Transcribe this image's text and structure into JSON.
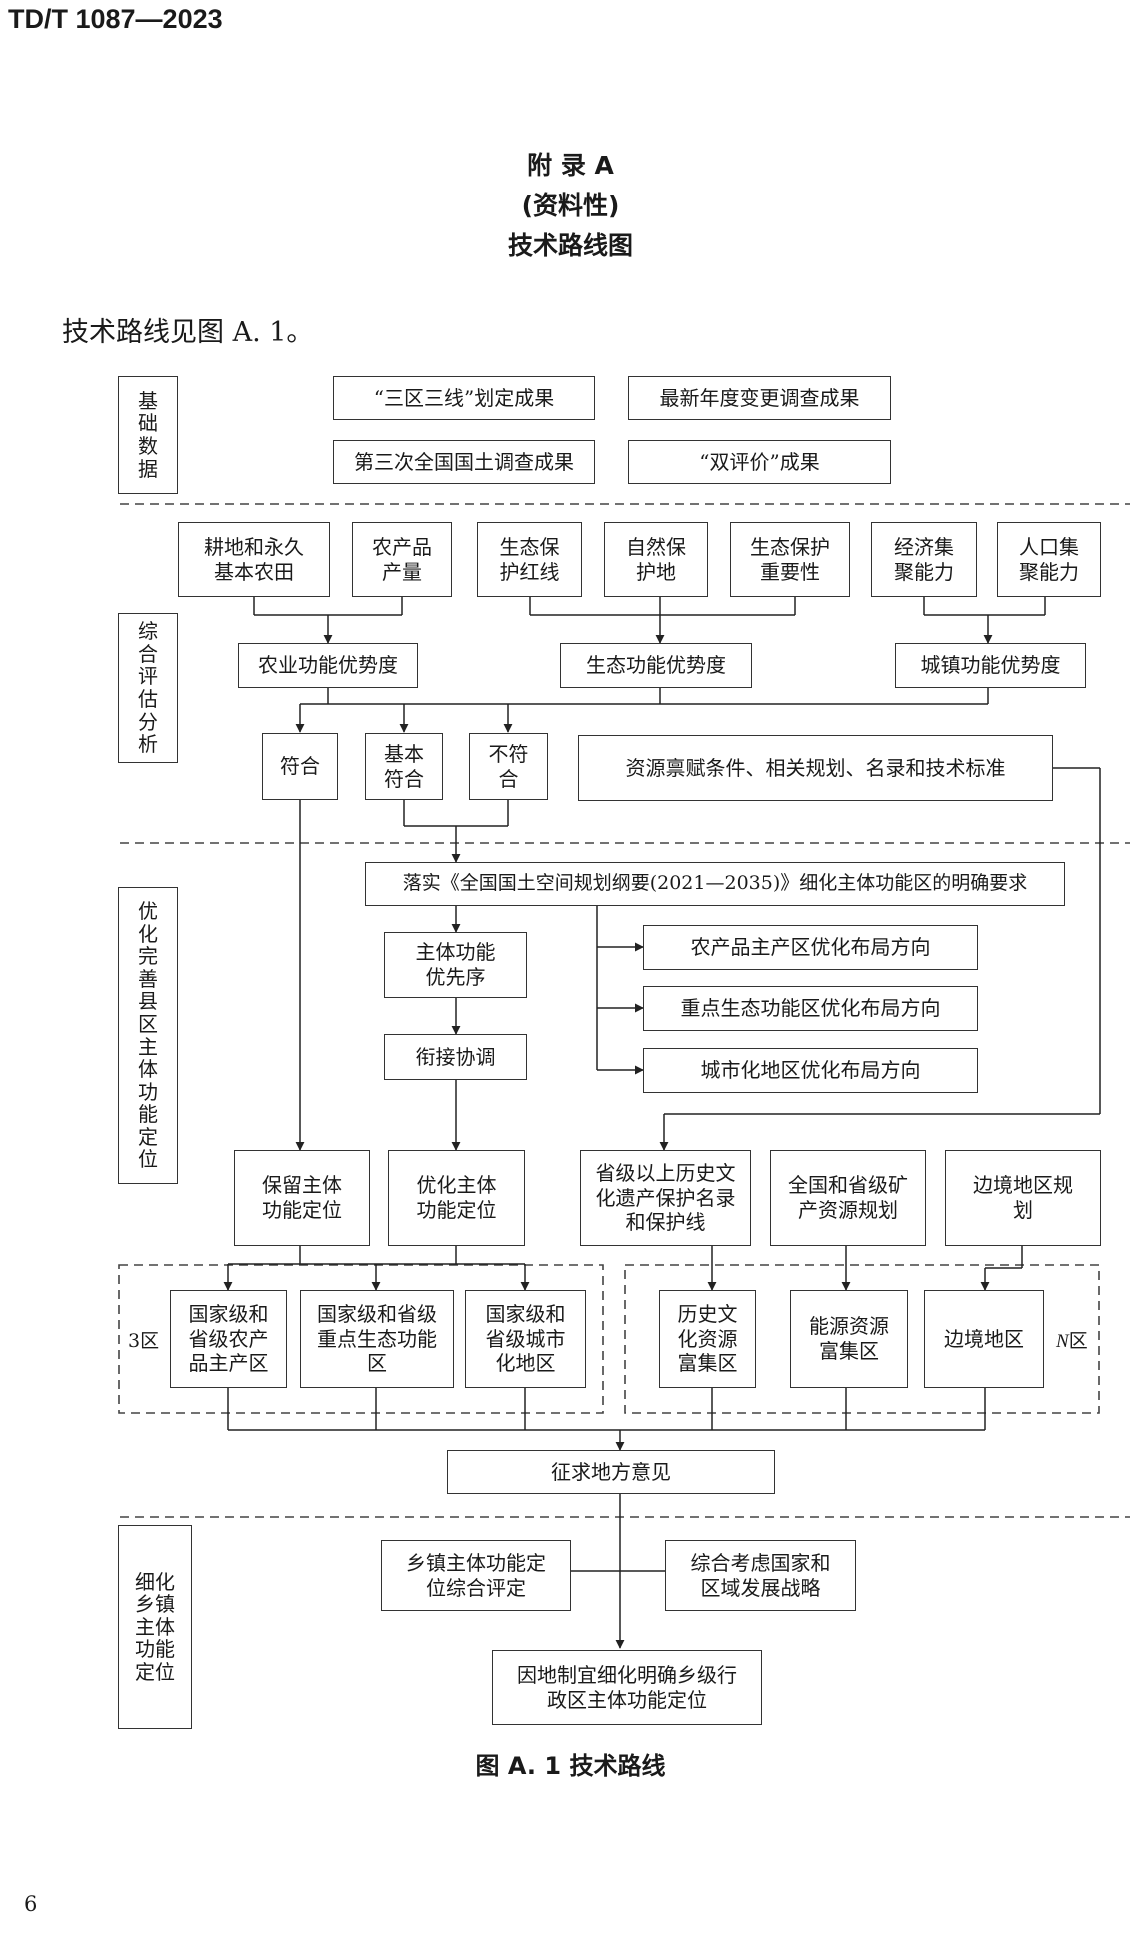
{
  "header": {
    "code": "TD/T  1087—2023"
  },
  "title": {
    "line1": "附  录  A",
    "line2": "(资料性)",
    "line3": "技术路线图"
  },
  "intro": "技术路线见图 A. 1。",
  "sections": {
    "s1": "基础数据",
    "s2": "综合评估分析",
    "s3": "优化完善县区主体功能定位",
    "s4": "细化乡镇主体功能定位"
  },
  "boxes": {
    "b_sanqu": "“三区三线”划定成果",
    "b_zuixin": "最新年度变更调查成果",
    "b_disanci": "第三次全国国土调查成果",
    "b_shuangpingjia": "“双评价”成果",
    "b_gengdi": "耕地和永久基本农田",
    "b_nongchanpin": "农产品产量",
    "b_shengtaibaohu": "生态保护红线",
    "b_ziran": "自然保护地",
    "b_zhongyao": "生态保护重要性",
    "b_jingji": "经济集聚能力",
    "b_renkou": "人口集聚能力",
    "b_nongye": "农业功能优势度",
    "b_shengtai": "生态功能优势度",
    "b_chengzhen": "城镇功能优势度",
    "b_fuhe": "符合",
    "b_jibenfuhe": "基本符合",
    "b_bufuhe": "不符合",
    "b_ziyuan": "资源禀赋条件、相关规划、名录和技术标准",
    "b_luoshi": "落实《全国国土空间规划纲要(2021—2035)》细化主体功能区的明确要求",
    "b_youxianxu": "主体功能优先序",
    "b_xianjie": "衔接协调",
    "b_nongchanqu": "农产品主产区优化布局方向",
    "b_zhongdian": "重点生态功能区优化布局方向",
    "b_chengshihua": "城市化地区优化布局方向",
    "b_baoliu": "保留主体功能定位",
    "b_youhua": "优化主体功能定位",
    "b_lishi_ml": "省级以上历史文化遗产保护名录和保护线",
    "b_kuangchan": "全国和省级矿产资源规划",
    "b_bianjing_gh": "边境地区规划",
    "b_gj_nongchan": "国家级和省级农产品主产区",
    "b_gj_shengtai": "国家级和省级重点生态功能区",
    "b_gj_chengshi": "国家级和省级城市化地区",
    "b_lishi_fj": "历史文化资源富集区",
    "b_nengyuan": "能源资源富集区",
    "b_bianjing": "边境地区",
    "b_zhengqiu": "征求地方意见",
    "b_xiangzhen": "乡镇主体功能定位综合评定",
    "b_zonghe": "综合考虑国家和区域发展战略",
    "b_yindi": "因地制宜细化明确乡级行政区主体功能定位"
  },
  "tags": {
    "three_zone": "3区",
    "n_zone_n": "N",
    "n_zone_q": "区"
  },
  "caption": "图 A. 1    技术路线",
  "page_number": "6"
}
